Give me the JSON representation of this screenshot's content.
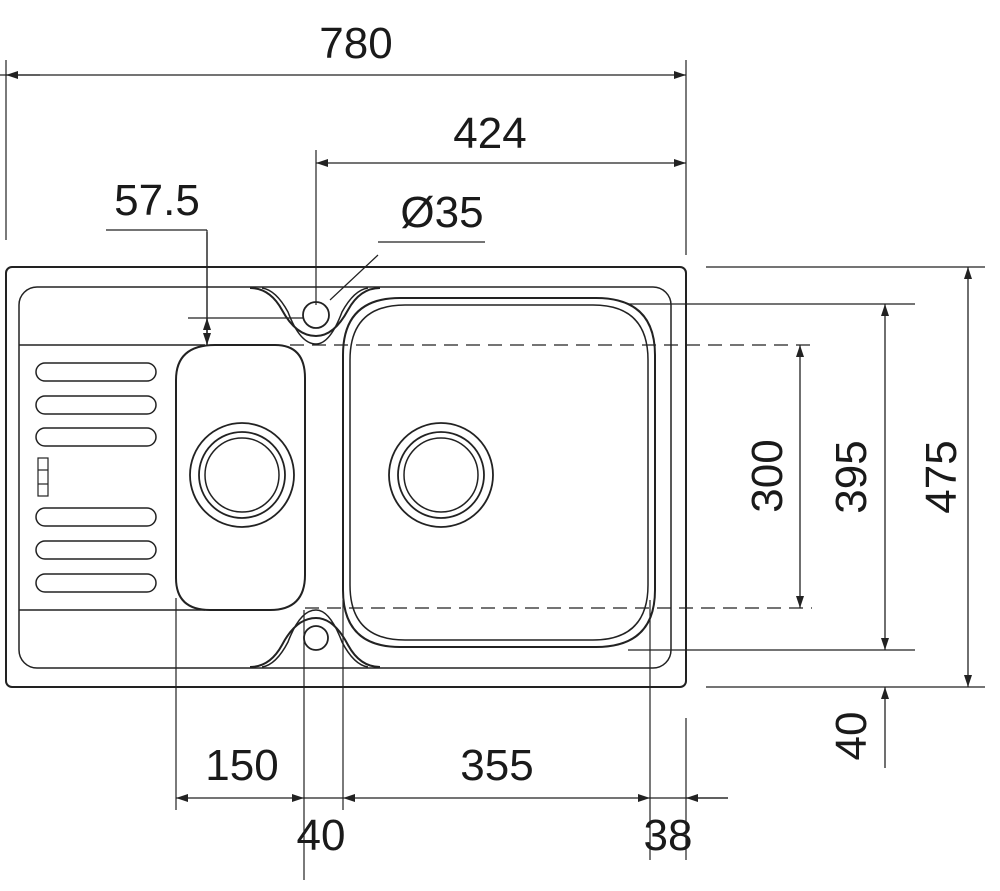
{
  "dimensions": {
    "overall_width": "780",
    "tap_offset": "424",
    "tap_hole_diameter": "Ø35",
    "drainer_offset": "57.5",
    "small_bowl_width": "150",
    "divider_width": "40",
    "main_bowl_width": "355",
    "right_margin": "38",
    "bowl_depth": "300",
    "inner_depth": "395",
    "overall_depth": "475",
    "bottom_margin": "40"
  },
  "colors": {
    "line": "#222222",
    "background": "#ffffff"
  }
}
